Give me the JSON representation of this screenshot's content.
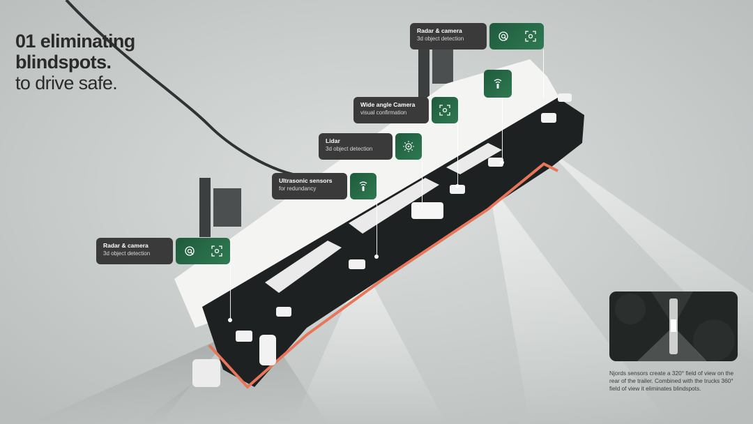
{
  "headline": {
    "line1": "01 eliminating",
    "line2": "blindspots.",
    "line3": "to drive safe."
  },
  "callouts": [
    {
      "title": "Radar & camera",
      "subtitle": "3d object detection",
      "icons": [
        "radar-icon",
        "camera-frame-icon"
      ]
    },
    {
      "title": "Wide angle Camera",
      "subtitle": "visual confirmation",
      "icons": [
        "camera-frame-icon"
      ]
    },
    {
      "title": "Lidar",
      "subtitle": "3d object detection",
      "icons": [
        "lidar-icon"
      ]
    },
    {
      "title": "Ultrasonic sensors",
      "subtitle": "for redundancy",
      "icons": [
        "ultrasonic-icon"
      ]
    },
    {
      "title": "Radar & camera",
      "subtitle": "3d object detection",
      "icons": [
        "radar-icon",
        "camera-frame-icon"
      ]
    },
    {
      "title": "",
      "subtitle": "",
      "icons": [
        "ultrasonic-icon"
      ]
    }
  ],
  "caption": "Njords sensors  create a 320° field of view on the rear of the trailer. Combined with the trucks 360° field of view it eliminates blindspots.",
  "colors": {
    "accent_green": "#2e7a52",
    "label_bg": "#3a3a3a",
    "light_strip": "#e8765a"
  }
}
